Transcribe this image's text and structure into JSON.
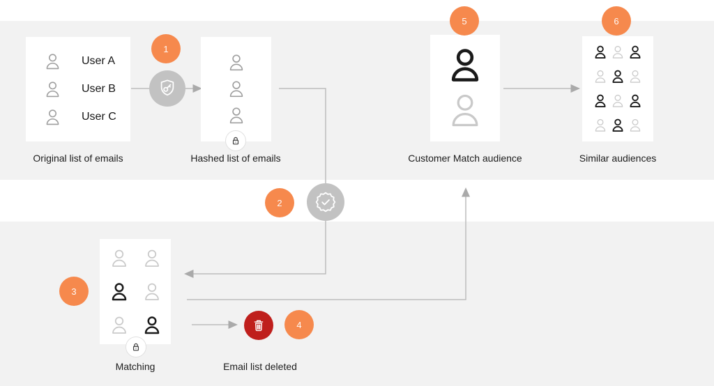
{
  "title": "Customer Match process diagram",
  "colors": {
    "band": "#f2f2f2",
    "card": "#ffffff",
    "accent_orange": "#f6894d",
    "delete_red": "#bf1f1c",
    "circle_gray": "#c2c2c2",
    "line_gray": "#bcbcbc",
    "text": "#1f1f1f",
    "user_light": "#c9c9c9",
    "user_medium": "#9e9e9e",
    "user_dark": "#1a1a1a"
  },
  "steps": [
    "1",
    "2",
    "3",
    "4",
    "5",
    "6"
  ],
  "original_list": {
    "label": "Original list of emails",
    "users": [
      "User A",
      "User B",
      "User C"
    ]
  },
  "hashed_list": {
    "label": "Hashed list of emails",
    "icons": [
      "medium",
      "medium",
      "medium"
    ]
  },
  "customer_match": {
    "label": "Customer Match audience",
    "icons": [
      "dark",
      "light"
    ]
  },
  "similar_audiences": {
    "label": "Similar audiences",
    "grid": [
      [
        "dark",
        "light",
        "dark"
      ],
      [
        "light",
        "dark",
        "light"
      ],
      [
        "dark",
        "light",
        "dark"
      ],
      [
        "light",
        "dark",
        "light"
      ]
    ]
  },
  "matching": {
    "label": "Matching",
    "grid": [
      [
        "light",
        "light"
      ],
      [
        "dark",
        "light"
      ],
      [
        "light",
        "dark"
      ]
    ]
  },
  "email_deleted": {
    "label": "Email list deleted"
  },
  "icons": {
    "hash_step": "shield-key-icon",
    "verify_step": "badge-check-icon",
    "privacy": "lock-icon",
    "delete": "trash-icon",
    "audience": "person-icon"
  }
}
